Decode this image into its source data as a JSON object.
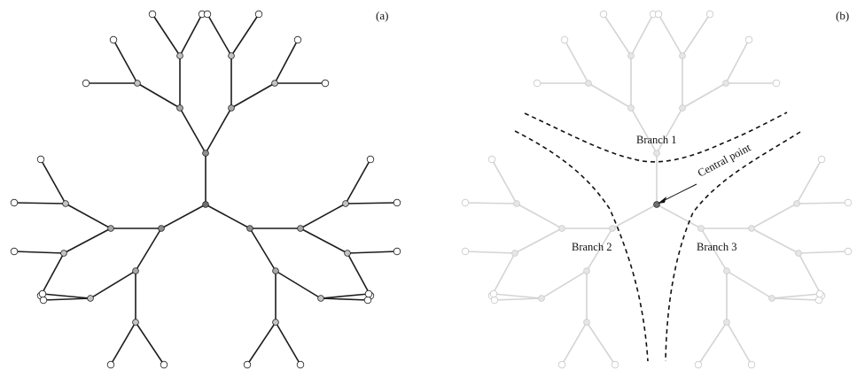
{
  "panel_a": {
    "label": "(a)"
  },
  "panel_b": {
    "label": "(b)",
    "branch_labels": [
      "Branch 1",
      "Branch 2",
      "Branch 3"
    ],
    "central_point_label": "Central point"
  },
  "colors": {
    "edge_dark": "#1c1c1c",
    "edge_faded": "#d4d4d4",
    "node_center": "#6e6e6e",
    "node_level1": "#8e8e8e",
    "node_level2": "#a8a8a8",
    "node_level3": "#c4c4c4",
    "node_leaf": "#ffffff",
    "divider": "#111111"
  },
  "tree": {
    "levels": 5,
    "branching": "each node splits into two child nodes; three branches leave the central point"
  }
}
